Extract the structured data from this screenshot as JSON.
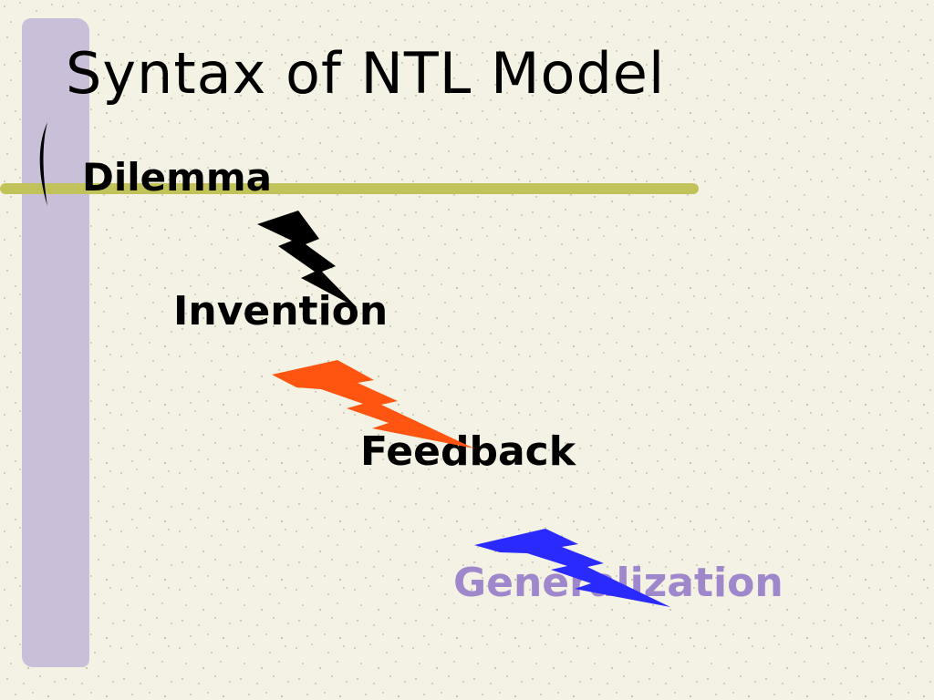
{
  "slide": {
    "title": "Syntax of NTL Model",
    "steps": [
      {
        "label": "Dilemma",
        "color": "#000000"
      },
      {
        "label": "Invention",
        "color": "#000000"
      },
      {
        "label": "Feedback",
        "color": "#000000"
      },
      {
        "label": "Generalization",
        "color": "#9f87cc"
      }
    ],
    "arrows": [
      {
        "icon": "lightning-bolt-icon",
        "color": "#000000"
      },
      {
        "icon": "lightning-bolt-icon",
        "color": "#ff5510"
      },
      {
        "icon": "lightning-bolt-icon",
        "color": "#2a2aff"
      }
    ]
  },
  "theme": {
    "background": "#f4f2e4",
    "accent_bar": "#c9bfd9",
    "rule_line": "#c2c25a"
  }
}
